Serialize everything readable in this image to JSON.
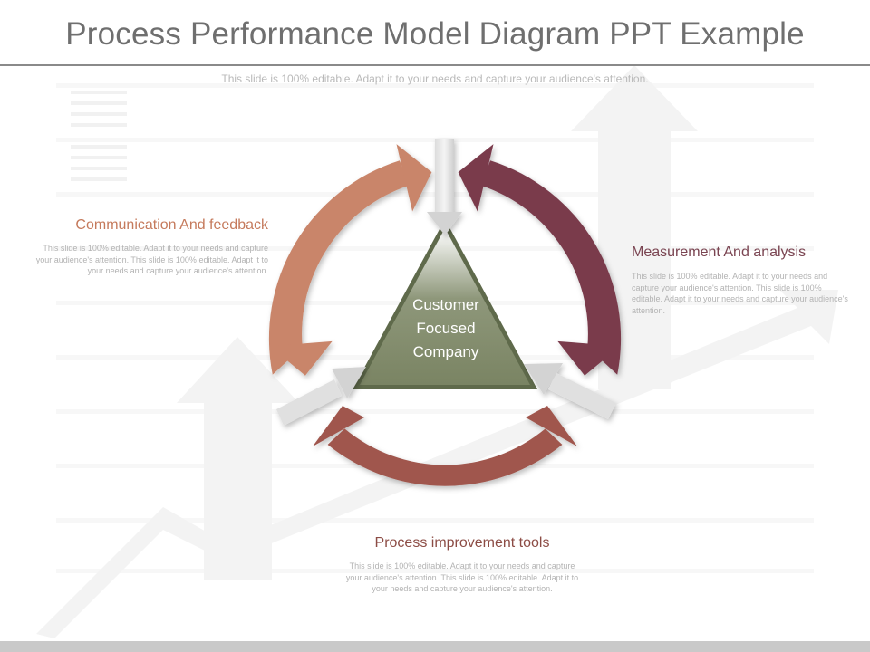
{
  "slide": {
    "title": "Process Performance Model Diagram PPT Example",
    "subtitle": "This slide is 100% editable. Adapt it to your needs and capture your audience's attention."
  },
  "center": {
    "lines": [
      "Customer",
      "Focused",
      "Company"
    ],
    "color": "#7a8463"
  },
  "segments": [
    {
      "heading": "Communication And feedback",
      "text": "This slide is 100% editable. Adapt it to your needs and capture your audience's attention. This slide is 100% editable. Adapt it to your needs and capture your audience's attention.",
      "color": "#c9856a"
    },
    {
      "heading": "Measurement And analysis",
      "text": "This slide is 100% editable. Adapt it to your needs and capture your audience's attention. This slide is 100% editable. Adapt it to your needs and capture your audience's attention.",
      "color": "#7a3b4c"
    },
    {
      "heading": "Process improvement tools",
      "text": "This slide is 100% editable. Adapt it to your needs and capture your audience's attention. This slide is 100% editable. Adapt it to your needs and capture your audience's attention.",
      "color": "#a0574d"
    }
  ],
  "colors": {
    "title": "#6f6f6f",
    "heading_left": "#c57a5c",
    "heading_right": "#7a4451",
    "heading_bottom": "#8c4c45"
  }
}
